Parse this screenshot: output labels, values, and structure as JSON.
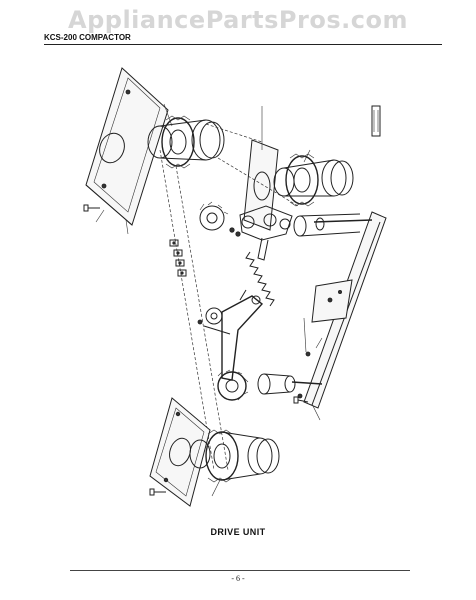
{
  "watermark": "AppliancePartsPros.com",
  "header": {
    "model_title": "KCS-200 COMPACTOR"
  },
  "diagram": {
    "caption": "DRIVE UNIT"
  },
  "footer": {
    "page_number": "- 6 -"
  }
}
